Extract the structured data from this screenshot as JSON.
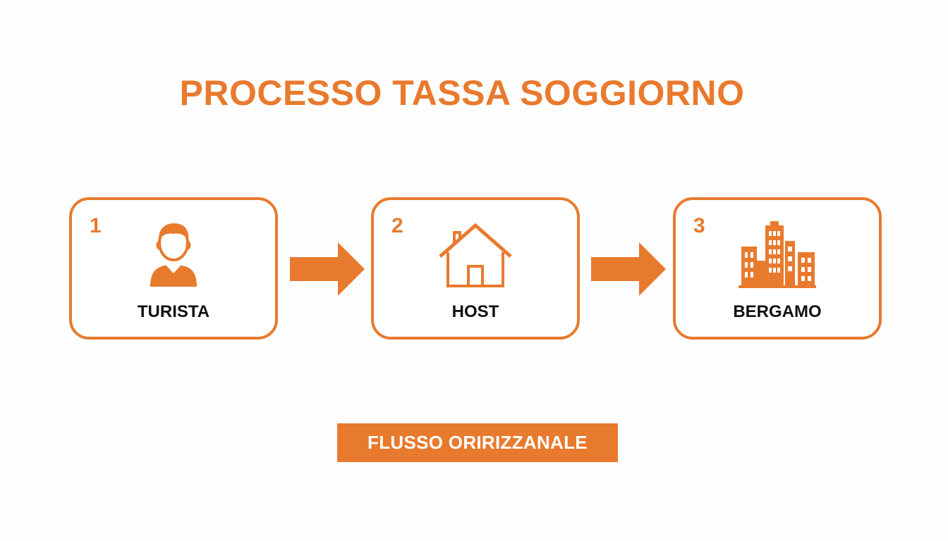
{
  "title": "PROCESSO TASSA SOGGIORNO",
  "colors": {
    "accent": "#e87a2e",
    "text": "#111111",
    "background": "#ffffff"
  },
  "steps": [
    {
      "number": "1",
      "label": "TURISTA",
      "icon": "person-icon"
    },
    {
      "number": "2",
      "label": "HOST",
      "icon": "house-icon"
    },
    {
      "number": "3",
      "label": "BERGAMO",
      "icon": "city-buildings-icon"
    }
  ],
  "footer_badge": "FLUSSO ORIRIZZANALE"
}
